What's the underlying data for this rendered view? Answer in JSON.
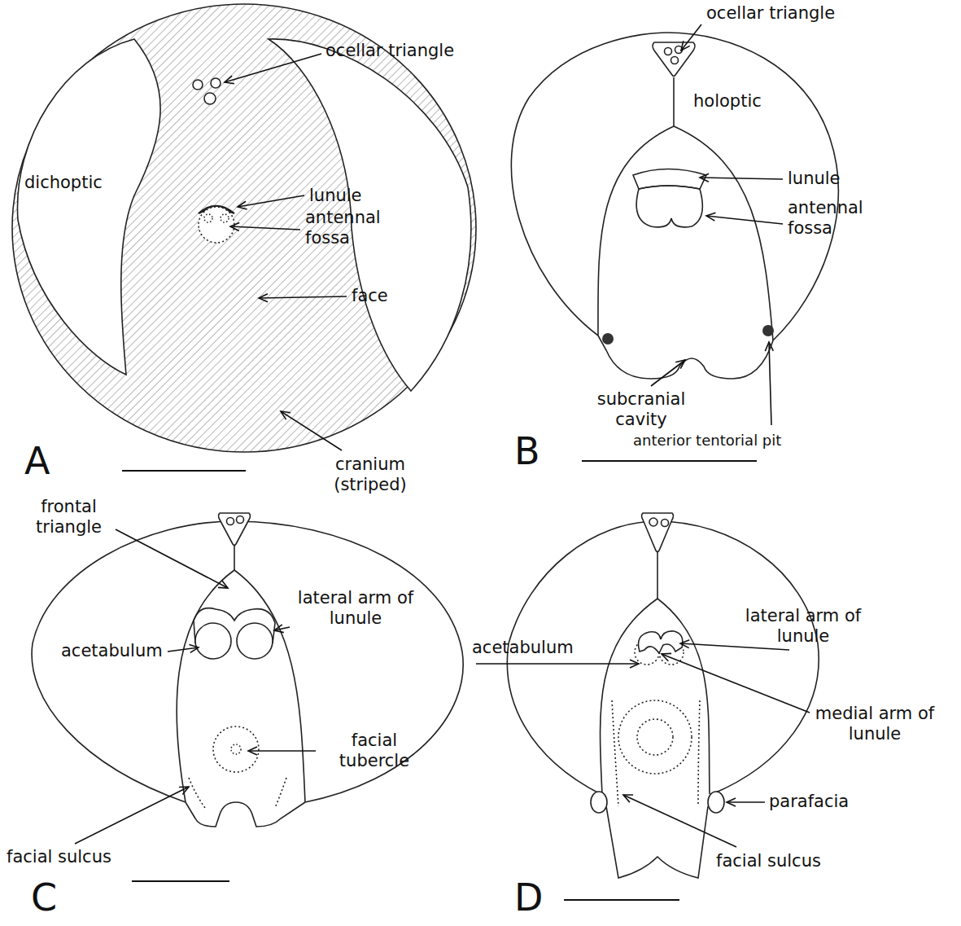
{
  "diagram": {
    "labels": [
      "ocellar triangle",
      "dichoptic",
      "lunule",
      "antennal fossa",
      "face",
      "cranium (striped)",
      "A",
      "ocellar triangle",
      "holoptic",
      "lunule",
      "antennal fossa",
      "subcranial cavity",
      "anterior tentorial pit",
      "B",
      "frontal triangle",
      "lateral arm of lunule",
      "acetabulum",
      "facial tubercle",
      "facial sulcus",
      "C",
      "lateral arm of lunule",
      "acetabulum",
      "medial arm of lunule",
      "parafacia",
      "facial sulcus",
      "D"
    ]
  }
}
